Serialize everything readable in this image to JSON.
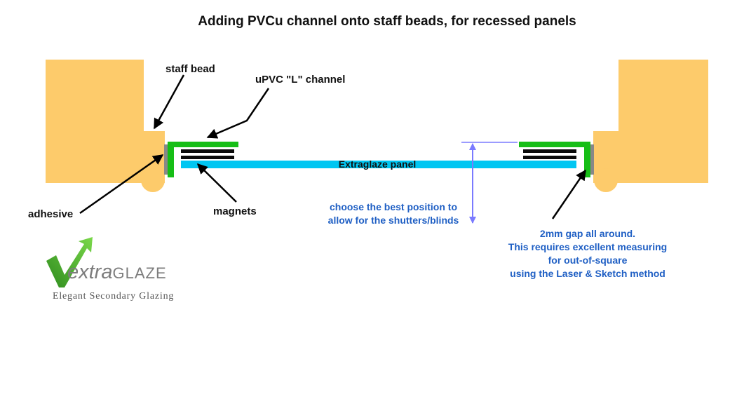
{
  "title": "Adding PVCu channel onto staff beads, for recessed panels",
  "labels": {
    "staff_bead": "staff bead",
    "channel": "uPVC \"L\" channel",
    "adhesive": "adhesive",
    "magnets": "magnets",
    "panel": "Extraglaze panel"
  },
  "notes": {
    "position": [
      "choose the best position to",
      "allow for the shutters/blinds"
    ],
    "gap": [
      "2mm gap all around.",
      "This requires excellent measuring",
      "for out-of-square",
      "using the Laser & Sketch method"
    ]
  },
  "logo": {
    "text_lower": "extra",
    "text_upper": "GLAZE",
    "tagline": "Elegant Secondary Glazing",
    "icon": "green-check-arrow-icon"
  },
  "colors": {
    "wood": "#fdcb6b",
    "channel": "#16be16",
    "panel": "#00c6f2",
    "magnet": "#0a0a0a",
    "adhesive": "#888888",
    "annotation": "#1f5fc4",
    "dimension": "#7a7aff"
  }
}
